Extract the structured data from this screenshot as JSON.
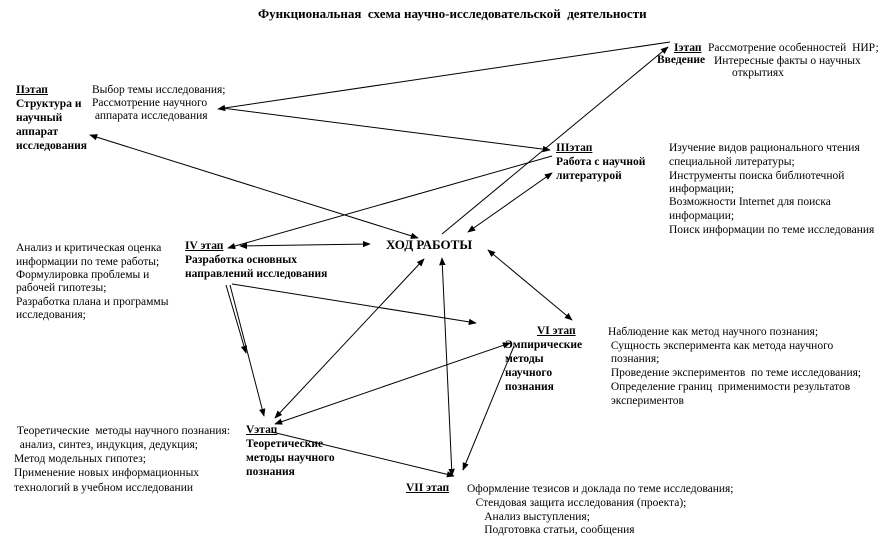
{
  "title": "Функциональная  схема научно-исследовательской  деятельности",
  "center": "ХОД РАБОТЫ",
  "stages": {
    "s1": {
      "label": "Iэтап",
      "name": "Введение",
      "text": [
        "Рассмотрение особенностей  НИР;",
        "Интересные факты о научных",
        "открытиях"
      ]
    },
    "s2": {
      "label": "IIэтап",
      "name": [
        "Структура и",
        "научный",
        "аппарат",
        "исследования"
      ],
      "text": [
        "Выбор темы исследования;",
        "Рассмотрение научного",
        " аппарата исследования"
      ]
    },
    "s3": {
      "label": "IIIэтап",
      "name": [
        "Работа с научной",
        "литературой"
      ],
      "text": [
        "Изучение видов рационального чтения",
        "специальной литературы;",
        "Инструменты поиска библиотечной",
        "информации;",
        "Возможности Internet для поиска",
        "информации;",
        "Поиск информации по теме исследования"
      ]
    },
    "s4": {
      "label": "IV этап",
      "name": [
        "Разработка основных",
        "направлений исследования"
      ],
      "text": [
        "Анализ и критическая оценка",
        "информации по теме работы;",
        "Формулировка проблемы и",
        "рабочей гипотезы;",
        "Разработка плана и программы",
        "исследования;"
      ]
    },
    "s5": {
      "label": "Vэтап",
      "name": [
        "Теоретические",
        "методы научного",
        "познания"
      ],
      "text": [
        " Теоретические  методы научного познания:",
        "  анализ, синтез, индукция, дедукция;",
        "Метод модельных гипотез;",
        "Применение новых информационных",
        "технологий в учебном исследовании"
      ]
    },
    "s6": {
      "label": "VI этап",
      "name": [
        "Эмпирические",
        "методы",
        "научного",
        "познания"
      ],
      "text": [
        "Наблюдение как метод научного познания;",
        " Сущность эксперимента как метода научного",
        " познания;",
        " Проведение экспериментов  по теме исследования;",
        " Определение границ  применимости результатов",
        " экспериментов"
      ]
    },
    "s7": {
      "label": "VII этап",
      "text": [
        "Оформление тезисов и доклада по теме исследования;",
        "   Стендовая защита исследования (проекта);",
        "      Анализ выступления;",
        "      Подготовка статьи, сообщения"
      ]
    }
  }
}
